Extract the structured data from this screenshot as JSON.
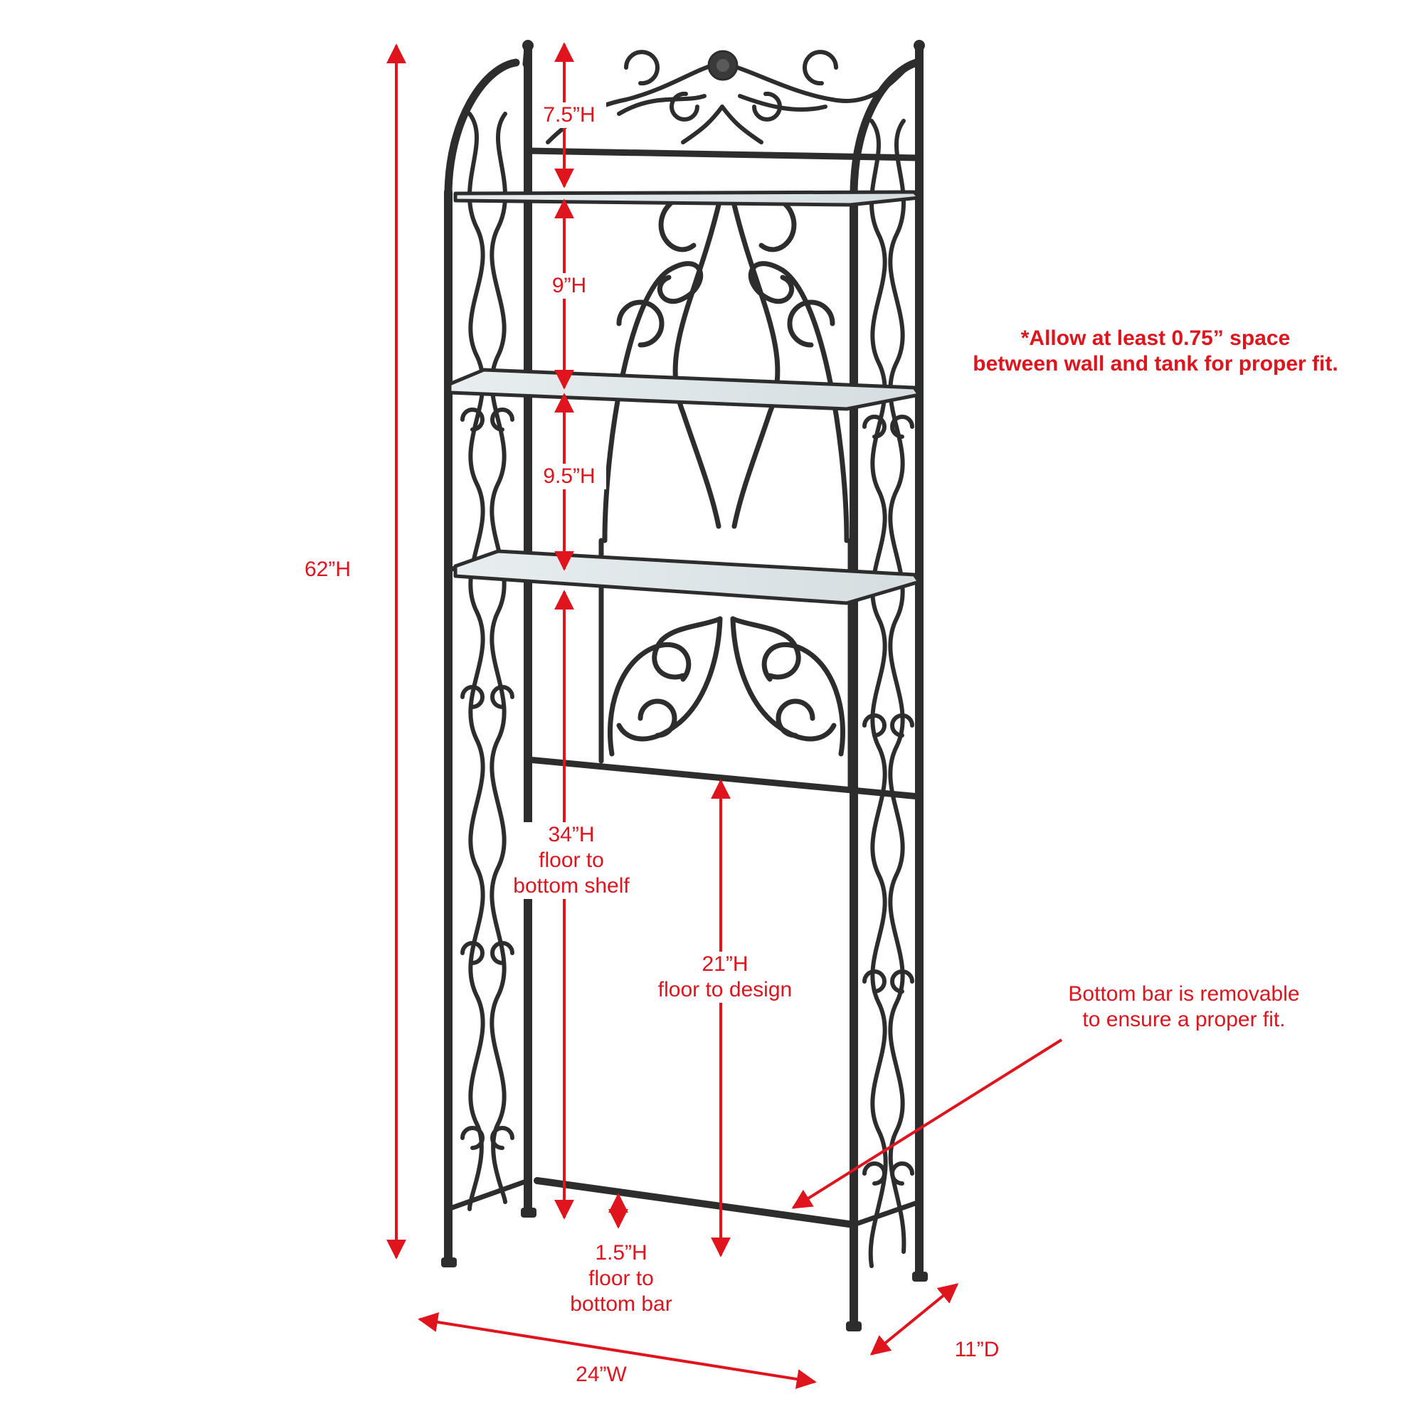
{
  "colors": {
    "annotation": "#e0141c",
    "metal": "#2d2d2d",
    "glass": "#cfd8dc",
    "background": "#ffffff"
  },
  "product": "over-the-toilet scrollwork etagere with three glass shelves",
  "dimensions": {
    "total_height": "62”H",
    "top_section": "7.5”H",
    "shelf_gap_1": "9”H",
    "shelf_gap_2": "9.5”H",
    "floor_to_bottom_shelf": [
      "34”H",
      "floor to",
      "bottom shelf"
    ],
    "floor_to_design": [
      "21”H",
      "floor to design"
    ],
    "floor_to_bottom_bar": [
      "1.5”H",
      "floor to",
      "bottom bar"
    ],
    "width": "24”W",
    "depth": "11”D"
  },
  "notes": {
    "wall_space": [
      "*Allow at least 0.75” space",
      "between wall and tank for proper fit."
    ],
    "bottom_bar": [
      "Bottom bar is removable",
      "to ensure a proper fit."
    ]
  }
}
